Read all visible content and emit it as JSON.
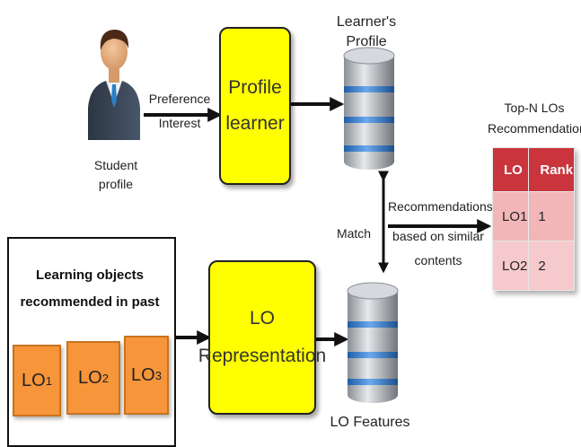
{
  "student": {
    "label_line1": "Student",
    "label_line2": "profile"
  },
  "arrow_student": {
    "line1": "Preference",
    "line2": "Interest"
  },
  "profile_learner": {
    "line1": "Profile",
    "line2": "learner"
  },
  "learners_profile": {
    "title": "Learner's Profile"
  },
  "lo_features": {
    "title": "LO Features"
  },
  "match": {
    "label": "Match"
  },
  "recommend_arrow": {
    "line1": "Recommendations",
    "line2": "based on similar",
    "line3": "contents"
  },
  "top_n": {
    "title_line1": "Top-N LOs",
    "title_line2": "Recommendations",
    "headers": [
      "LO",
      "Rank"
    ],
    "rows": [
      [
        "LO1",
        "1"
      ],
      [
        "LO2",
        "2"
      ]
    ]
  },
  "past": {
    "title_line1": "Learning objects",
    "title_line2": "recommended in past",
    "items": [
      {
        "base": "LO",
        "sub": "1"
      },
      {
        "base": "LO",
        "sub": "2"
      },
      {
        "base": "LO",
        "sub": "3"
      }
    ]
  },
  "lo_representation": {
    "line1": "LO",
    "line2": "Representation"
  },
  "colors": {
    "process_box": "#ffff00",
    "table_header": "#c9343d",
    "table_row": "#f2b6b9",
    "lo_card": "#f7953a",
    "db_stripe": "#3a7fd0"
  }
}
